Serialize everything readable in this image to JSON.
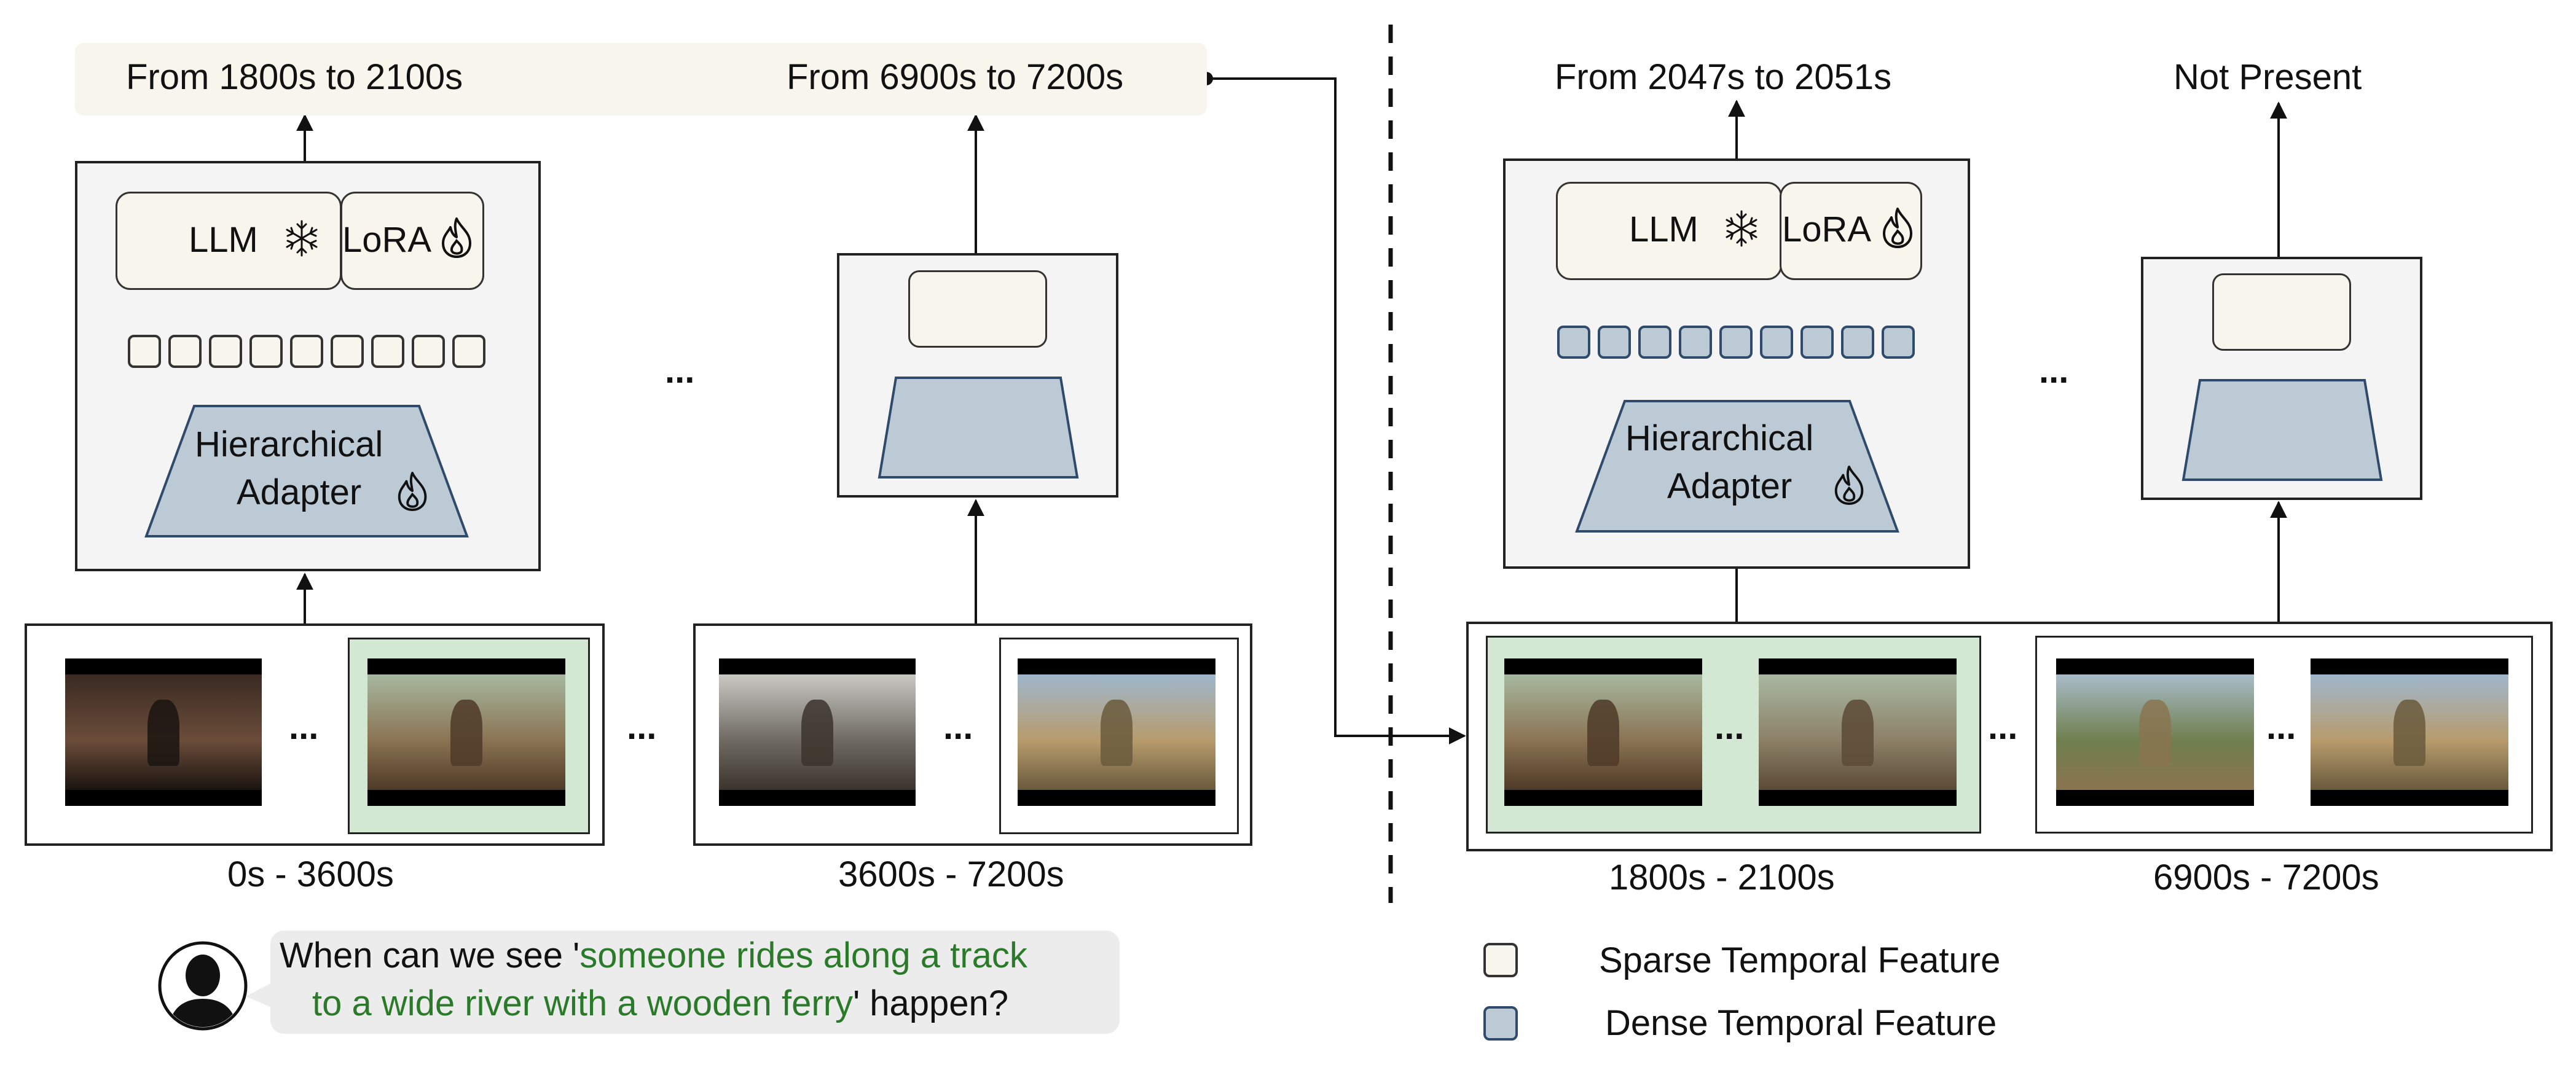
{
  "colors": {
    "panel_bg": "#f4f4f4",
    "panel_border": "#222222",
    "sparse_feature": "#f8f6ec",
    "dense_feature": "#bccad6",
    "adapter": "#bccad6",
    "output_banner": "#f8f6ec",
    "positive_clip_bg": "#d3e8d3",
    "query_green": "#2a7a2a",
    "query_bubble": "#ececec"
  },
  "left": {
    "outputs": {
      "out1": "From 1800s to 2100s",
      "out2": "From 6900s to 7200s"
    },
    "model": {
      "llm": "LLM",
      "lora": "LoRA",
      "adapter_line1": "Hierarchical",
      "adapter_line2": "Adapter"
    },
    "ellipsis": "...",
    "segments": [
      {
        "label": "0s - 3600s"
      },
      {
        "label": "3600s - 7200s"
      }
    ]
  },
  "right": {
    "outputs": {
      "out1": "From 2047s to 2051s",
      "out2": "Not Present"
    },
    "model": {
      "llm": "LLM",
      "lora": "LoRA",
      "adapter_line1": "Hierarchical",
      "adapter_line2": "Adapter"
    },
    "ellipsis": "...",
    "segments": [
      {
        "label": "1800s - 2100s"
      },
      {
        "label": "6900s - 7200s"
      }
    ]
  },
  "query": {
    "line1_prefix": "When can we see '",
    "line1_highlight": "someone rides along a track",
    "line2_highlight": "to a wide river with a wooden ferry",
    "line2_suffix": "' happen?"
  },
  "legend": [
    {
      "label": "Sparse Temporal Feature",
      "color": "#f8f6ec"
    },
    {
      "label": "Dense Temporal Feature",
      "color": "#bccad6"
    }
  ],
  "icons": {
    "frozen": "snowflake-icon",
    "trainable": "flame-icon",
    "user": "user-avatar-icon"
  }
}
